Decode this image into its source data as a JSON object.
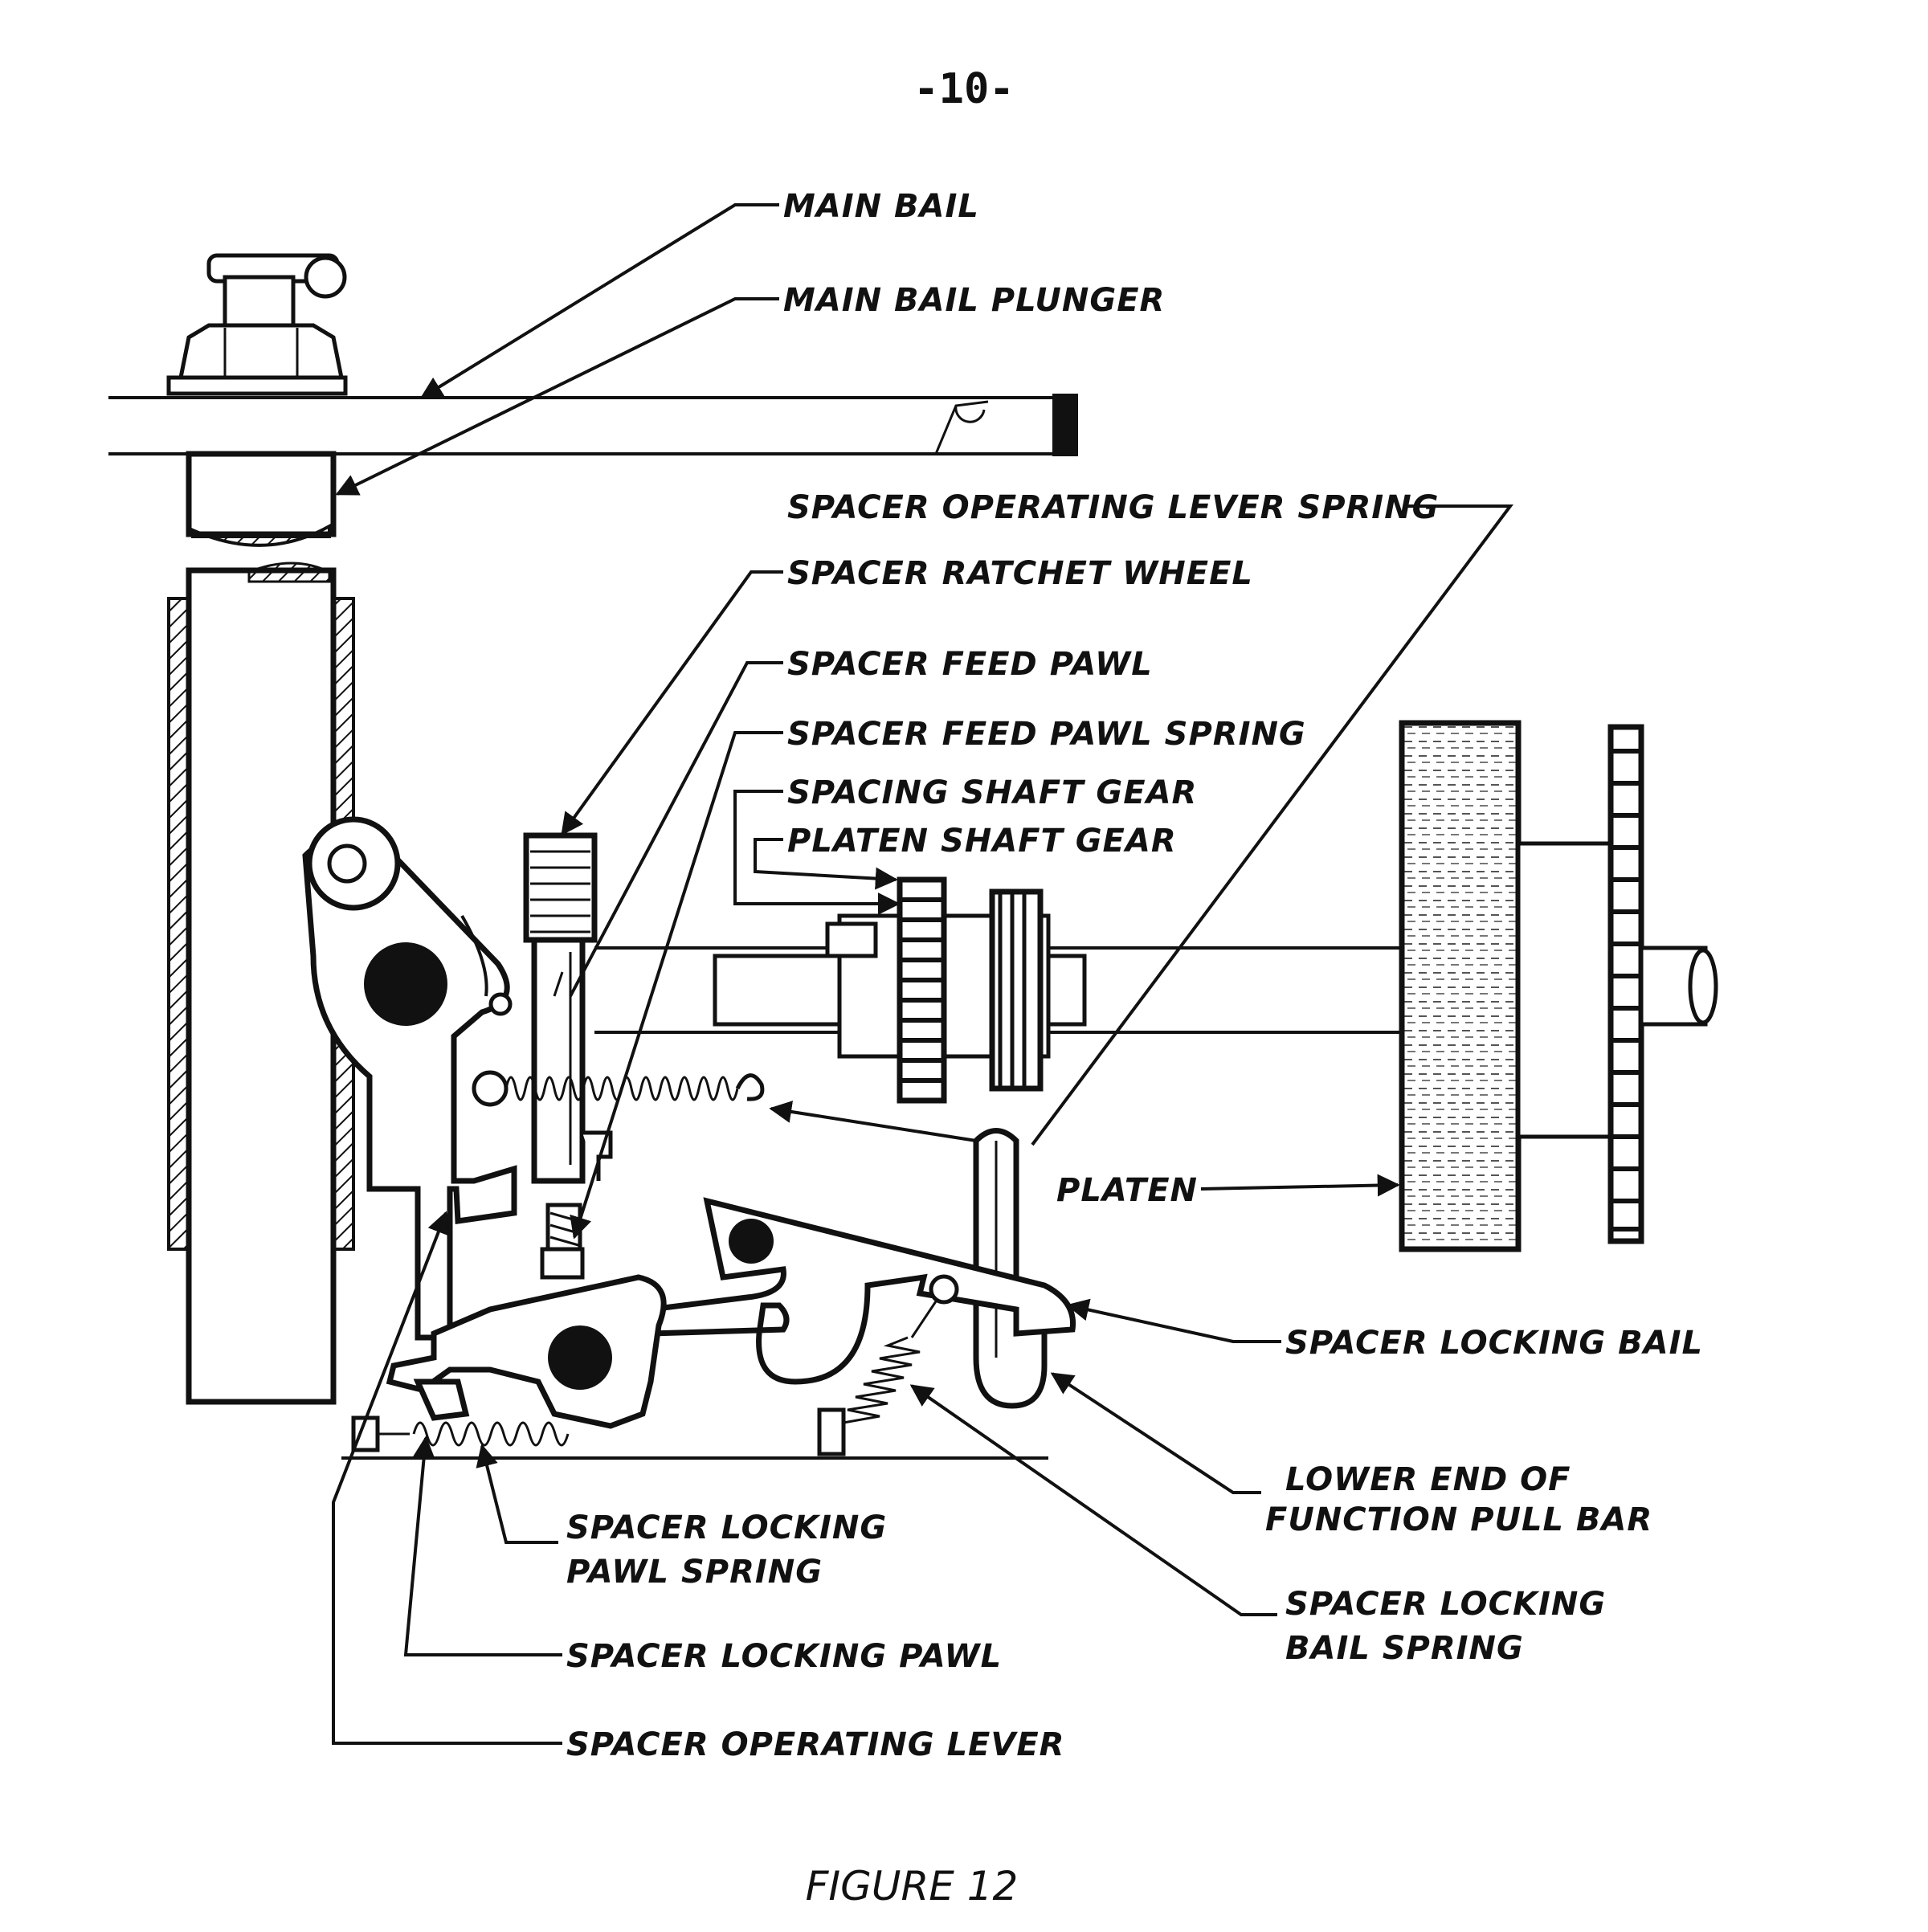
{
  "page_number": "-10-",
  "figure_caption": "FIGURE 12",
  "labels": {
    "main_bail": "MAIN BAIL",
    "main_bail_plunger": "MAIN BAIL PLUNGER",
    "spacer_operating_lever_spring": "SPACER OPERATING LEVER SPRING",
    "spacer_ratchet_wheel": "SPACER RATCHET WHEEL",
    "spacer_feed_pawl": "SPACER FEED PAWL",
    "spacer_feed_pawl_spring": "SPACER FEED PAWL SPRING",
    "spacing_shaft_gear": "SPACING SHAFT GEAR",
    "platen_shaft_gear": "PLATEN SHAFT GEAR",
    "platen": "PLATEN",
    "spacer_locking_bail": "SPACER LOCKING BAIL",
    "lower_end_line1": "LOWER END OF",
    "lower_end_line2": "FUNCTION PULL BAR",
    "spacer_locking_bail_spring_line1": "SPACER LOCKING",
    "spacer_locking_bail_spring_line2": "BAIL SPRING",
    "spacer_locking_pawl_spring_line1": "SPACER LOCKING",
    "spacer_locking_pawl_spring_line2": "PAWL SPRING",
    "spacer_locking_pawl": "SPACER LOCKING PAWL",
    "spacer_operating_lever": "SPACER OPERATING LEVER"
  }
}
